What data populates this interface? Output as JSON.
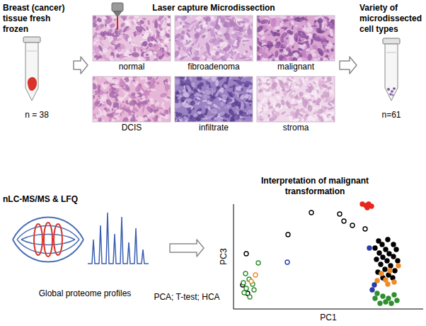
{
  "diagram": {
    "nodes": [
      {
        "text": [
          "Breast (cancer) tissue fresh frozen",
          "n = 38"
        ]
      },
      {
        "text": [
          "Laser capture Microdissection"
        ]
      },
      {
        "text": [
          "normal"
        ],
        "in": 1
      },
      {
        "text": [
          "fibroadenoma"
        ],
        "in": 1
      },
      {
        "text": [
          "malignant"
        ],
        "in": 1
      },
      {
        "text": [
          "DCIS"
        ],
        "in": 1
      },
      {
        "text": [
          "infiltrate"
        ],
        "in": 1
      },
      {
        "text": [
          "stroma"
        ],
        "in": 1
      },
      {
        "text": [
          "Variety of microdissected cell types",
          "n=61"
        ]
      },
      {
        "text": [
          "nLC-MS/MS & LFQ",
          "Global proteome profiles"
        ]
      },
      {
        "text": [
          "Interpretation of malignant transformation"
        ]
      }
    ],
    "edges": [
      {
        "from": 0,
        "to": 1,
        "arrow": "to"
      },
      {
        "from": 1,
        "to": 8,
        "arrow": "to"
      },
      {
        "from": 9,
        "to": 10,
        "arrow": "to",
        "label": "PCA; T-test; HCA"
      }
    ],
    "labels": [
      "PC3",
      "PC1"
    ]
  }
}
